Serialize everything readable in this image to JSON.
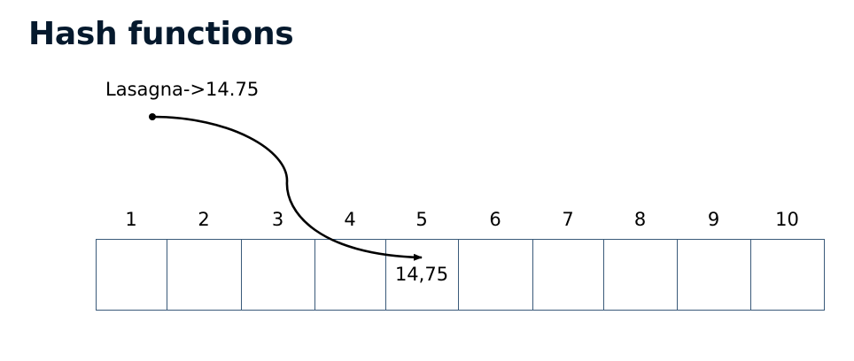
{
  "title": "Hash functions",
  "key_label": "Lasagna->14.75",
  "indices": [
    "1",
    "2",
    "3",
    "4",
    "5",
    "6",
    "7",
    "8",
    "9",
    "10"
  ],
  "slots": [
    "",
    "",
    "",
    "",
    "14,75",
    "",
    "",
    "",
    "",
    ""
  ],
  "colors": {
    "title": "#05192d",
    "slot_border": "#3a5a7a",
    "arrow": "#000000"
  }
}
